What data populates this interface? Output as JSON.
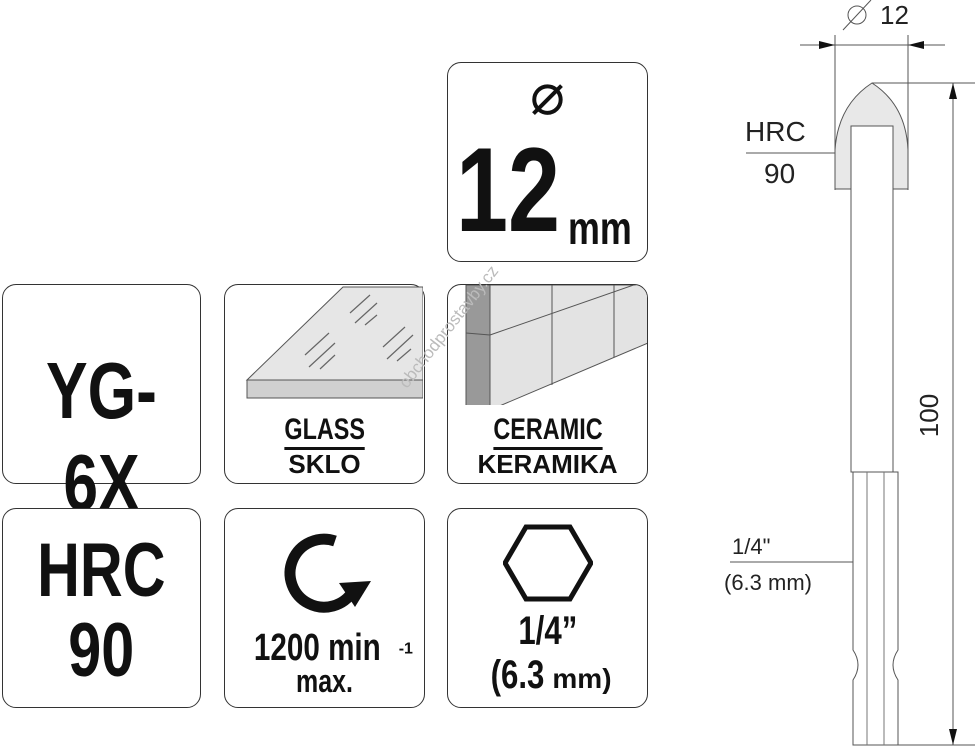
{
  "diameter": {
    "symbol": "⌀",
    "value": "12",
    "unit": "mm"
  },
  "carbide": {
    "label": "YG-6X"
  },
  "materials": [
    {
      "label_en": "GLASS",
      "label_cz": "SKLO",
      "icon": "glass-pane-icon"
    },
    {
      "label_en": "CERAMIC",
      "label_cz": "KERAMIKA",
      "icon": "ceramic-tiles-icon"
    }
  ],
  "hardness": {
    "line1": "HRC",
    "line2": "90"
  },
  "speed": {
    "value": "1200 min",
    "sup": "-1",
    "note": "max.",
    "icon": "rotation-arrow-icon"
  },
  "shank": {
    "line1": "1/4”",
    "line2": "(6.3",
    "unit": "mm)",
    "icon": "hexagon-icon"
  },
  "watermark": "obchodprostavby.cz",
  "drawing": {
    "diameter_label": "12",
    "diameter_symbol": "⌀",
    "hrc_label": "HRC",
    "hrc_value": "90",
    "length_label": "100",
    "shank_label": "1/4\"",
    "shank_mm": "(6.3 mm)"
  }
}
